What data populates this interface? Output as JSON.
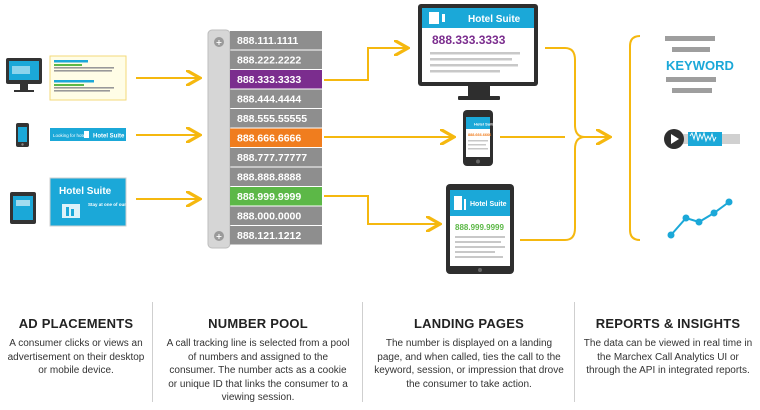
{
  "number_pool": {
    "numbers": [
      "888.111.1111",
      "888.222.2222",
      "888.333.3333",
      "888.444.4444",
      "888.555.55555",
      "888.666.6666",
      "888.777.77777",
      "888.888.8888",
      "888.999.9999",
      "888.000.0000",
      "888.121.1212"
    ],
    "highlight": {
      "2": "#7b2d8e",
      "5": "#f07d1e",
      "8": "#5cb847"
    }
  },
  "landing": {
    "brand": "Hotel Suite",
    "desktop_number": "888.333.3333",
    "mobile_number": "888.666.6666",
    "tablet_number": "888.999.9999"
  },
  "ads": {
    "mobile_ad_text": "Looking for hotels",
    "mobile_ad_brand": "Hotel Suite",
    "tablet_ad_brand": "Hotel Suite",
    "tablet_ad_tagline": "Stay at one of our luxurious hotel suites!"
  },
  "reports": {
    "keyword_label": "KEYWORD"
  },
  "colors": {
    "arrow": "#f5b80f",
    "teal": "#1ba8d8",
    "gray": "#8e8e8e"
  },
  "captions": [
    {
      "title": "AD PLACEMENTS",
      "body": "A consumer clicks or views an advertisement on their desktop or mobile device."
    },
    {
      "title": "NUMBER POOL",
      "body": "A call tracking line is selected from a pool of numbers and assigned to the consumer. The number acts as a cookie or unique ID that links the consumer to a viewing session."
    },
    {
      "title": "LANDING PAGES",
      "body": "The number is displayed on a landing page, and when called, ties the call to the keyword, session, or impression that drove the consumer to take action."
    },
    {
      "title": "REPORTS & INSIGHTS",
      "body": "The data can be viewed in real time in the Marchex Call Analytics UI or through the API in integrated reports."
    }
  ]
}
